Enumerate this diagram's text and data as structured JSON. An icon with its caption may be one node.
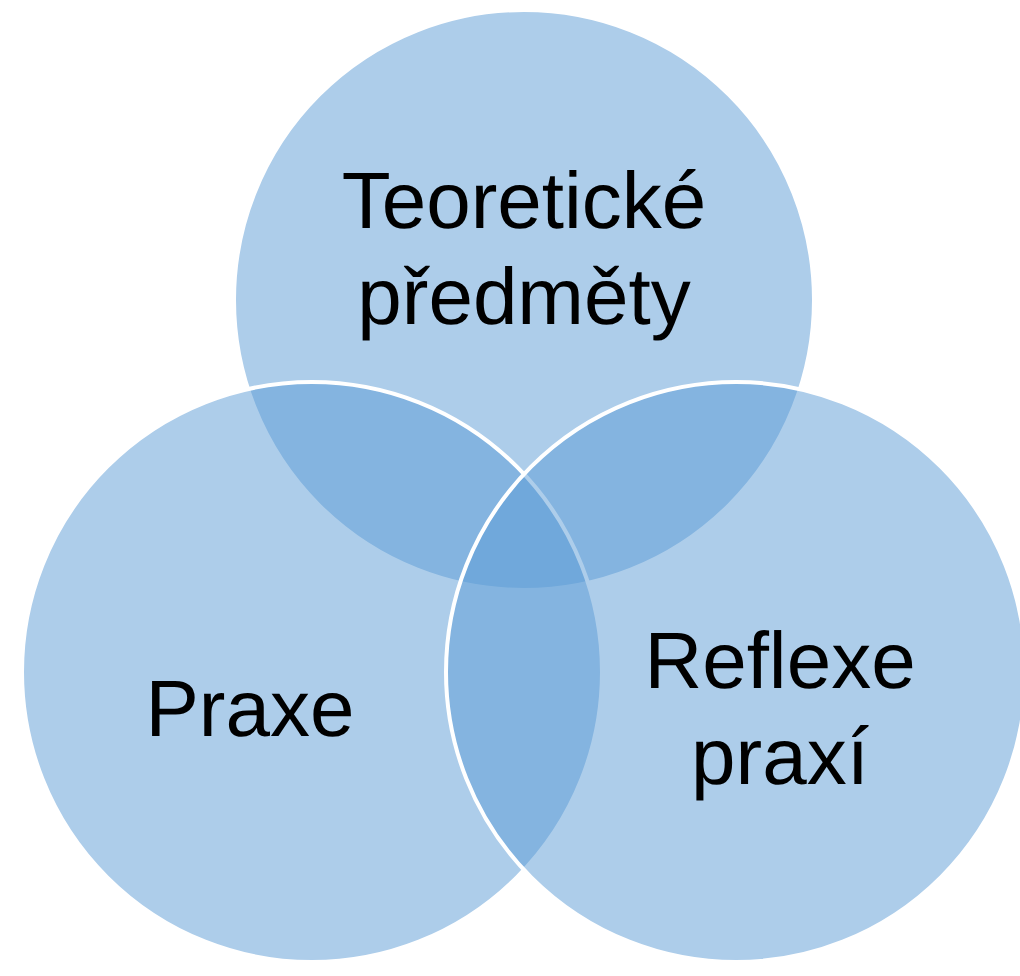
{
  "diagram": {
    "nodes": [
      {
        "text": [
          "Teoretické předměty"
        ]
      },
      {
        "text": [
          "Praxe"
        ]
      },
      {
        "text": [
          "Reflexe praxí"
        ]
      }
    ]
  }
}
